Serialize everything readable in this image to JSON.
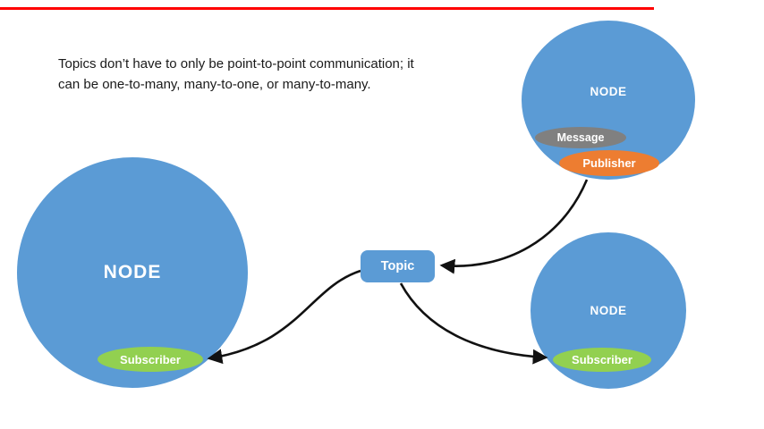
{
  "caption": {
    "lines": [
      "Topics don’t have to only be point-to-point communication; it",
      "can be one-to-many, many-to-one, or many-to-many."
    ]
  },
  "nodes": {
    "left": {
      "label": "NODE",
      "subscriber_label": "Subscriber"
    },
    "top_right": {
      "label": "NODE",
      "message_label": "Message",
      "publisher_label": "Publisher"
    },
    "bottom_right": {
      "label": "NODE",
      "subscriber_label": "Subscriber"
    }
  },
  "topic": {
    "label": "Topic"
  },
  "colors": {
    "node_blue": "#5b9bd5",
    "subscriber_green": "#92d050",
    "publisher_orange": "#ed7d31",
    "message_gray": "#808080",
    "top_line_red": "#ff0000",
    "arrow_black": "#111111",
    "label_white": "#ffffff"
  }
}
